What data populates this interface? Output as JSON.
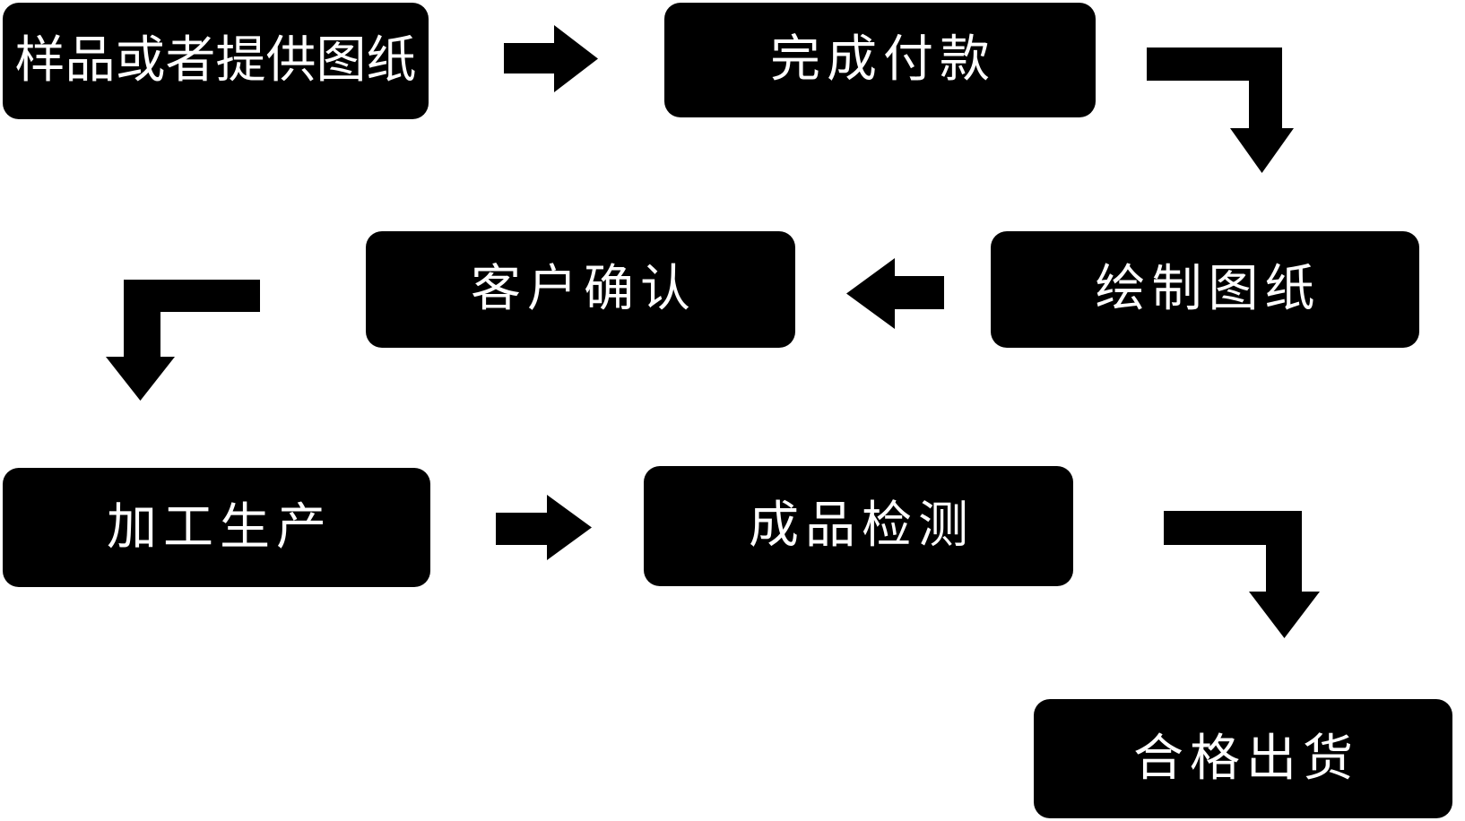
{
  "flowchart": {
    "title": "production-process-flowchart",
    "background_color": "#ffffff",
    "node_fill_color": "#000000",
    "node_text_color": "#ffffff",
    "arrow_color": "#000000",
    "nodes": [
      {
        "id": "sample-or-provide-drawings",
        "label": "样品或者提供图纸"
      },
      {
        "id": "complete-payment",
        "label": "完成付款"
      },
      {
        "id": "draw-drawings",
        "label": "绘制图纸"
      },
      {
        "id": "customer-confirmation",
        "label": "客户确认"
      },
      {
        "id": "processing-production",
        "label": "加工生产"
      },
      {
        "id": "finished-product-inspection",
        "label": "成品检测"
      },
      {
        "id": "qualified-shipment",
        "label": "合格出货"
      }
    ],
    "edges": [
      {
        "from": "样品或者提供图纸",
        "to": "完成付款",
        "shape": "straight-right"
      },
      {
        "from": "完成付款",
        "to": "绘制图纸",
        "shape": "elbow-right-down"
      },
      {
        "from": "绘制图纸",
        "to": "客户确认",
        "shape": "straight-left"
      },
      {
        "from": "客户确认",
        "to": "加工生产",
        "shape": "elbow-left-down"
      },
      {
        "from": "加工生产",
        "to": "成品检测",
        "shape": "straight-right"
      },
      {
        "from": "成品检测",
        "to": "合格出货",
        "shape": "elbow-right-down"
      }
    ]
  }
}
